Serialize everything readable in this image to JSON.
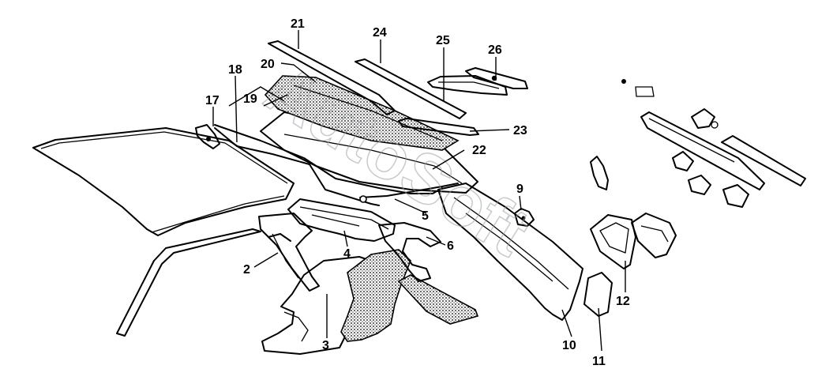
{
  "callouts": {
    "c2": "2",
    "c3": "3",
    "c4": "4",
    "c5": "5",
    "c6": "6",
    "c9": "9",
    "c10": "10",
    "c11": "11",
    "c12": "12",
    "c17": "17",
    "c18": "18",
    "c19": "19",
    "c20": "20",
    "c21": "21",
    "c22": "22",
    "c23": "23",
    "c24": "24",
    "c25": "25",
    "c26": "26"
  },
  "watermark": {
    "text": "AutoSoft"
  }
}
